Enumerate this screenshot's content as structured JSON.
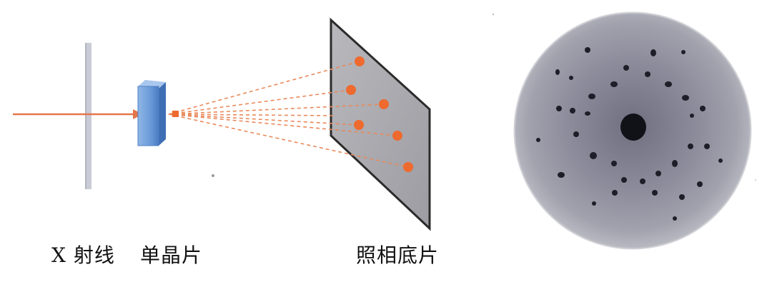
{
  "labels": {
    "xray": "X 射线",
    "crystal": "单晶片",
    "film": "照相底片"
  },
  "colors": {
    "beam": "#e4764a",
    "spot": "#ee6a2e",
    "crystal": "#6f9fdc",
    "crystal_dark": "#3e6fb5",
    "slit": "#c9ccd6",
    "film_fill": "#a9a9ae",
    "film_edge": "#2b2b2b",
    "pattern_bg": "#8b8b99",
    "pattern_spot": "#1e1e28"
  },
  "icons": [
    "x-ray-beam",
    "slit-screen",
    "single-crystal",
    "photographic-film",
    "laue-diffraction-pattern"
  ]
}
